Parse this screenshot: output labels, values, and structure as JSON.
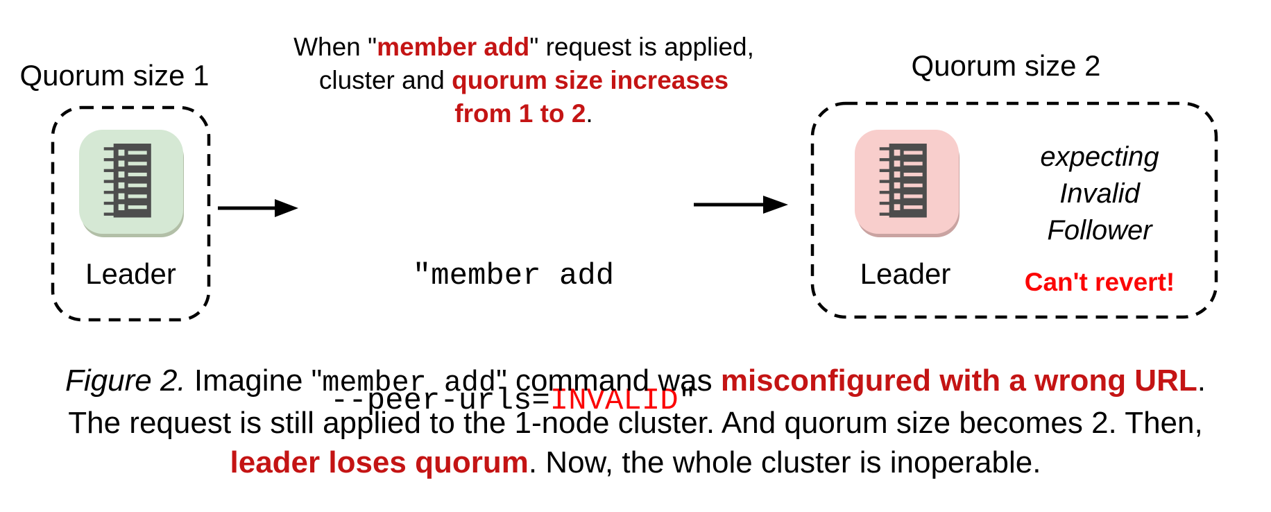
{
  "colors": {
    "red-accent": "#c41414",
    "red-bright": "#fb0505",
    "node-green": "#d5e8d4",
    "node-green-shadow": "#b2bfa7",
    "node-pink": "#f8cecc",
    "node-pink-shadow": "#c9a3a1",
    "glyph-dark": "#4d4d4d",
    "text-black": "#000000"
  },
  "left_group": {
    "title": "Quorum size 1",
    "node_label": "Leader"
  },
  "annotation": {
    "line1": [
      {
        "text": "When \""
      },
      {
        "text": "member add"
      },
      {
        "text": "\" request is applied,"
      }
    ],
    "line2": [
      {
        "text": "cluster and "
      },
      {
        "text": "quorum size increases"
      }
    ],
    "line3": [
      {
        "text": "from 1 to 2"
      },
      {
        "text": "."
      }
    ]
  },
  "command": {
    "line1": "\"member add",
    "line2_flag": "--peer-urls=",
    "line2_value": "INVALID",
    "line2_close": "\""
  },
  "right_group": {
    "title": "Quorum size 2",
    "node_label": "Leader",
    "expectation": [
      "expecting",
      "Invalid",
      "Follower"
    ],
    "warning": "Can't revert!"
  },
  "caption": {
    "line1": [
      {
        "text": "Figure 2."
      },
      {
        "text": " Imagine \""
      },
      {
        "text": "member add"
      },
      {
        "text": "\" command was "
      },
      {
        "text": "misconfigured with a wrong URL"
      },
      {
        "text": "."
      }
    ],
    "line2": [
      {
        "text": "The request is still applied to the 1-node cluster. And quorum size becomes 2. Then,"
      }
    ],
    "line3": [
      {
        "text": "leader loses quorum"
      },
      {
        "text": ". Now, the whole cluster is inoperable."
      }
    ]
  }
}
